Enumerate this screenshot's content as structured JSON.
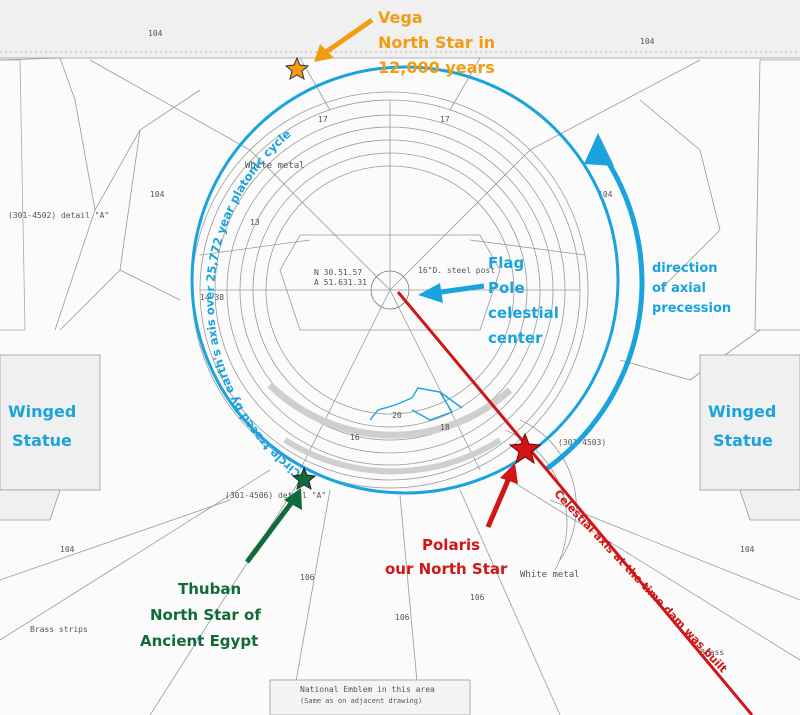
{
  "colors": {
    "blue": "#1aa3dd",
    "orange": "#f39c12",
    "green": "#0f6b3a",
    "red": "#d01616",
    "draft_line": "#9a9a9a",
    "paper": "#fbfbfb"
  },
  "labels": {
    "vega_name": "Vega",
    "vega_line1": "North Star in",
    "vega_line2": "12,000 years",
    "flag_line1": "Flag",
    "flag_line2": "Pole",
    "flag_line3": "celestial",
    "flag_line4": "center",
    "precession_line1": "direction",
    "precession_line2": "of axial",
    "precession_line3": "precession",
    "winged_left_line1": "Winged",
    "winged_left_line2": "Statue",
    "winged_right_line1": "Winged",
    "winged_right_line2": "Statue",
    "thuban_line1": "Thuban",
    "thuban_line2": "North Star of",
    "thuban_line3": "Ancient Egypt",
    "polaris_line1": "Polaris",
    "polaris_line2": "our North Star",
    "circle_caption": "Circle traced by earth's axis over 25,772 year platonic cycle",
    "axis_caption": "Celestial axis at the time dam was built"
  },
  "drawing_text": {
    "white_metal_top": "White metal",
    "white_metal_right": "White metal",
    "detail_a_left": "(301-4502) detail \"A\"",
    "detail_a_bottom": "(301-4506) detail \"A\"",
    "detail_right": "(301-4503)",
    "coords1": "N 30.51.57",
    "coords2": "A 51.631.31",
    "steel_post": "16\"D. steel post",
    "brass_strips": "Brass strips",
    "national_emblem": "National Emblem in this area",
    "emblem_note": "(Same as on adjacent drawing)",
    "brass_right": "Brass",
    "num_104": "104",
    "num_106": "106",
    "num_17": "17",
    "num_13": "13",
    "num_14_38": "14-38",
    "num_16": "16",
    "num_20": "20",
    "num_18": "18"
  }
}
